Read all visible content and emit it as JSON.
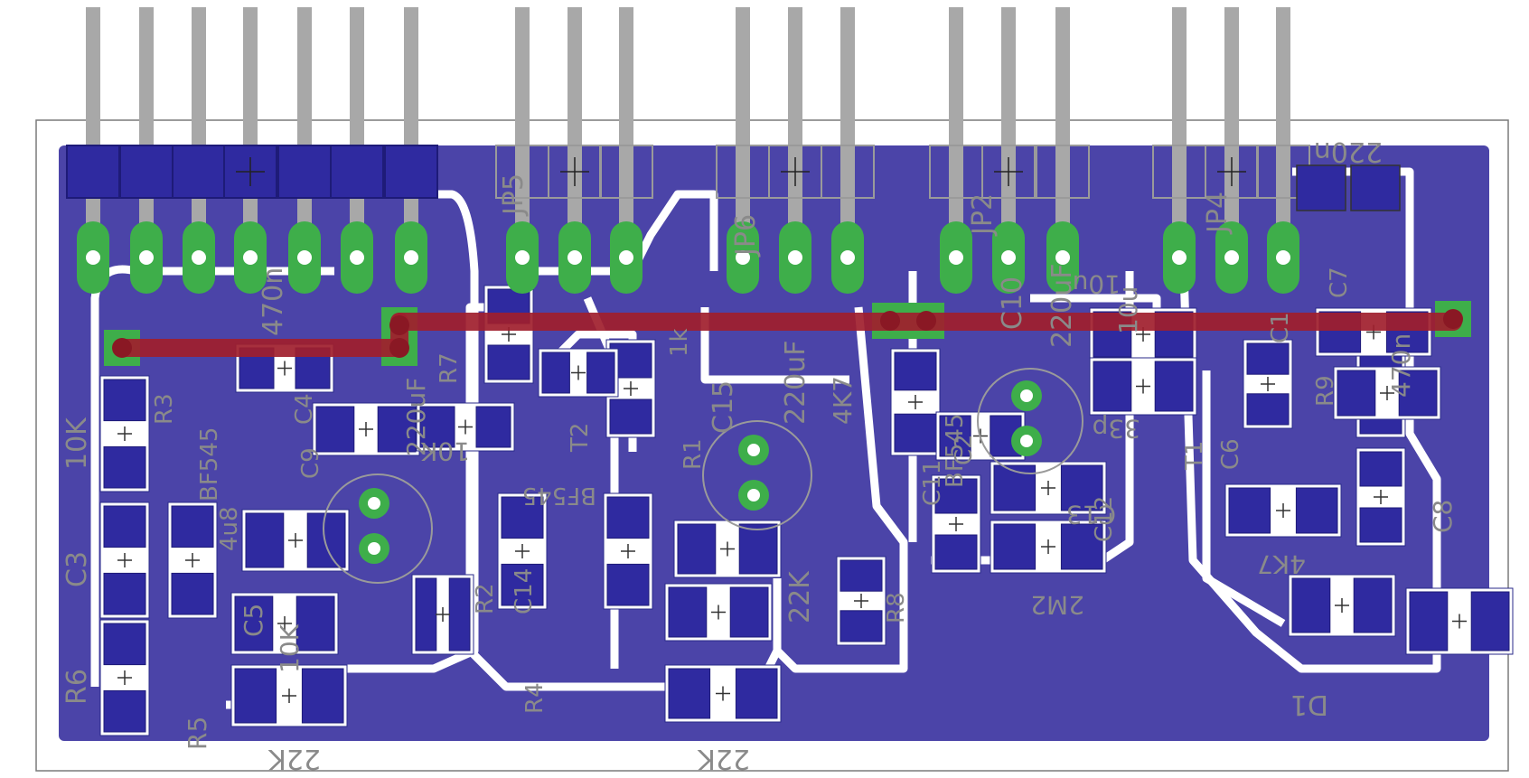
{
  "colors": {
    "background": "#ffffff",
    "board_outline": "#7a7a7a",
    "copper_bottom": "#4b44a8",
    "pad_smd": "#2f2aa0",
    "pad_smd_edge": "#1e1b78",
    "through_hole": "#3eae4a",
    "drill": "#ffffff",
    "top_trace": "#a01e2c",
    "silkscreen": "#8a8a8a",
    "pins": "#a8a8a8"
  },
  "connectors": [
    {
      "id": "JP5",
      "label": "JP5",
      "pins": 7
    },
    {
      "id": "JP6",
      "label": "JP6",
      "pins": 3
    },
    {
      "id": "JP1",
      "label": "",
      "pins": 3
    },
    {
      "id": "JP2",
      "label": "JP2",
      "pins": 3
    },
    {
      "id": "JP4",
      "label": "JP4",
      "pins": 3
    }
  ],
  "silk_labels": [
    "10K",
    "470n",
    "C3",
    "R6",
    "22K",
    "R5",
    "C5",
    "10K",
    "4u8",
    "C9",
    "220uF",
    "10K",
    "C15",
    "220uF",
    "4K7",
    "C10",
    "220uF",
    "10u",
    "33p",
    "C13",
    "2M2",
    "10u",
    "4K7",
    "C8",
    "470n",
    "220n",
    "D1",
    "22K",
    "22K",
    "BF545",
    "BF545",
    "C4",
    "R7",
    "C14",
    "1k",
    "T2",
    "R1",
    "C11",
    "R3",
    "R2",
    "R8",
    "T1",
    "R4",
    "BF545",
    "R9",
    "C1",
    "C2",
    "C6",
    "C7",
    "C12"
  ]
}
